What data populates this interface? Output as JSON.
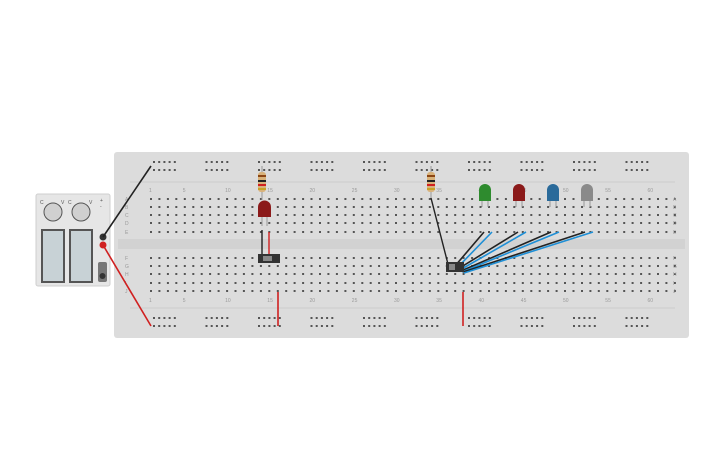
{
  "breadboard": {
    "column_numbers": [
      "1",
      "5",
      "10",
      "15",
      "20",
      "25",
      "30",
      "35",
      "40",
      "45",
      "50",
      "55",
      "60"
    ],
    "row_letters_top": [
      "A",
      "B",
      "C",
      "D",
      "E"
    ],
    "row_letters_bottom": [
      "F",
      "G",
      "H",
      "I",
      "J"
    ],
    "color": "#dcdcdc"
  },
  "power_supply": {
    "knob_labels": [
      "C",
      "V",
      "C",
      "V"
    ],
    "terminal_labels": [
      "+",
      "-"
    ],
    "color": "#e6e6e6"
  },
  "components": {
    "leds": [
      {
        "color": "#8b1a1a",
        "name": "red"
      },
      {
        "color": "#2e8b2e",
        "name": "green"
      },
      {
        "color": "#8b1a1a",
        "name": "red"
      },
      {
        "color": "#2a6a9a",
        "name": "blue"
      },
      {
        "color": "#8a8a8a",
        "name": "gray"
      }
    ],
    "resistors": 2,
    "switches": 2
  },
  "wire_colors": {
    "black": "#222222",
    "red": "#d02020",
    "blue": "#1e8fd6"
  }
}
